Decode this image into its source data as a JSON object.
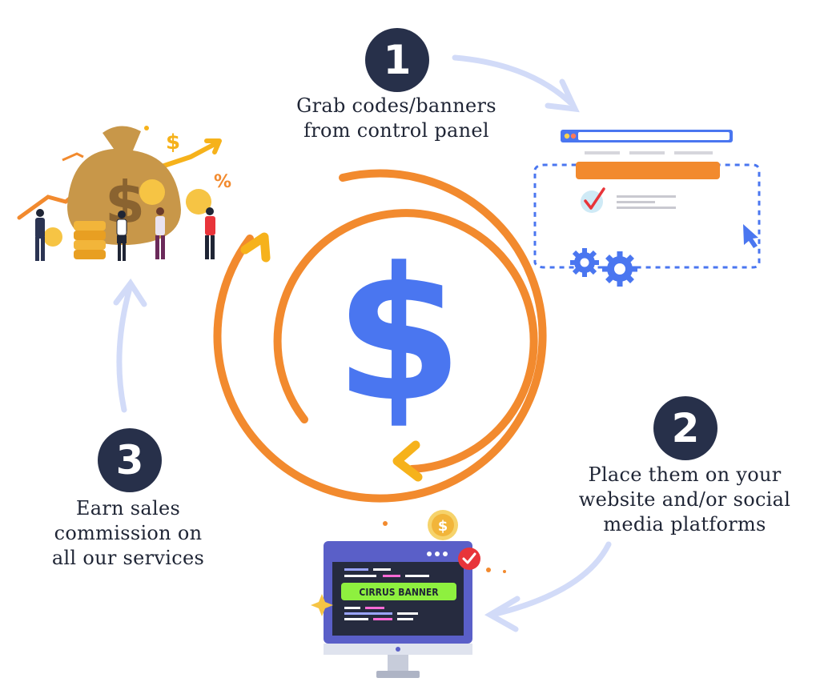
{
  "steps": [
    {
      "number": "1",
      "lines": [
        "Grab codes/banners",
        "from control panel"
      ]
    },
    {
      "number": "2",
      "lines": [
        "Place them on your",
        "website and/or social",
        "media platforms"
      ]
    },
    {
      "number": "3",
      "lines": [
        "Earn sales",
        "commission on",
        "all our services"
      ]
    }
  ],
  "center_symbol": "$",
  "illustration": {
    "banner_label": "CIRRUS BANNER",
    "coin_symbol": "$",
    "percent_symbol": "%"
  },
  "colors": {
    "badge": "#27304a",
    "orange": "#f28a2e",
    "yellow": "#f6b21b",
    "blue": "#4a76f0",
    "pale_blue": "#d2dbf8",
    "green": "#8ef03f",
    "red": "#e8343a"
  }
}
